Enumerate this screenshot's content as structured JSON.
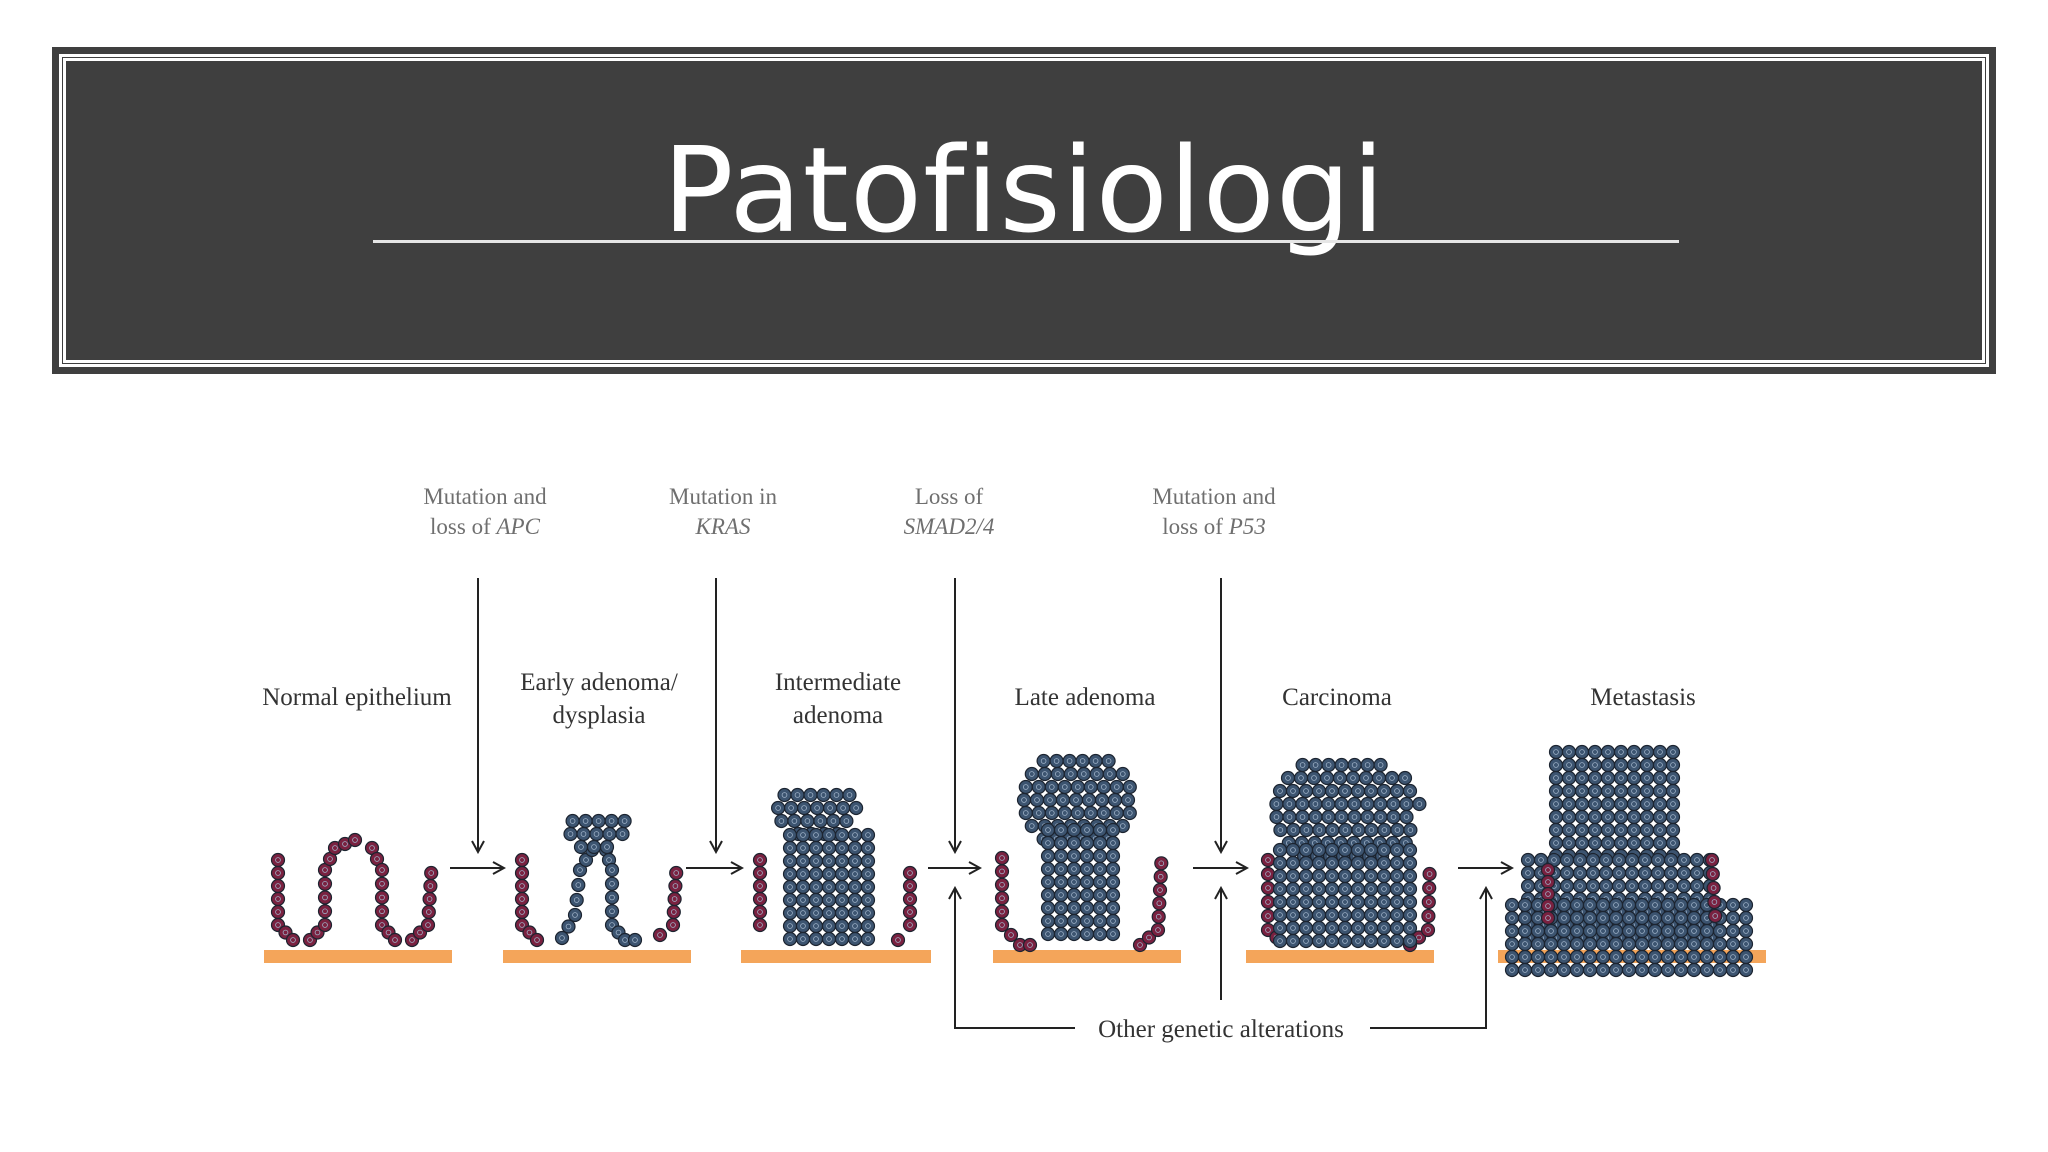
{
  "slide": {
    "title": "Patofisiologi"
  },
  "diagram": {
    "mutations": [
      {
        "line1": "Mutation and",
        "line2_prefix": "loss of ",
        "gene": "APC"
      },
      {
        "line1": "Mutation in",
        "line2_prefix": "",
        "gene": "KRAS"
      },
      {
        "line1": "Loss of",
        "line2_prefix": "",
        "gene": "SMAD2/4"
      },
      {
        "line1": "Mutation and",
        "line2_prefix": "loss of ",
        "gene": "P53"
      }
    ],
    "stages": [
      {
        "line1": "Normal epithelium",
        "line2": ""
      },
      {
        "line1": "Early adenoma/",
        "line2": "dysplasia"
      },
      {
        "line1": "Intermediate",
        "line2": "adenoma"
      },
      {
        "line1": "Late adenoma",
        "line2": ""
      },
      {
        "line1": "Carcinoma",
        "line2": ""
      },
      {
        "line1": "Metastasis",
        "line2": ""
      }
    ],
    "other_alterations": "Other genetic alterations",
    "colors": {
      "normal_cell": "#7a2140",
      "tumor_cell": "#3c5470",
      "basement": "#f4a55a",
      "text": "#333333",
      "title_bg": "#3f3f3f"
    }
  }
}
